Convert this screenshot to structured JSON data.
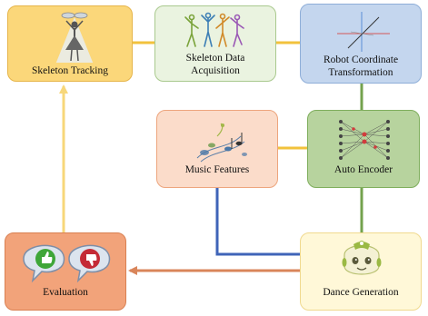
{
  "diagram": {
    "nodes": {
      "skeleton_tracking": "Skeleton Tracking",
      "skeleton_data_acquisition": [
        "Skeleton Data",
        "Acquisition"
      ],
      "robot_coordinate_transformation": [
        "Robot Coordinate",
        "Transformation"
      ],
      "music_features": "Music Features",
      "auto_encoder": "Auto Encoder",
      "dance_generation": "Dance Generation",
      "evaluation": "Evaluation"
    },
    "edges": [
      {
        "from": "skeleton_tracking",
        "to": "skeleton_data_acquisition"
      },
      {
        "from": "skeleton_data_acquisition",
        "to": "robot_coordinate_transformation"
      },
      {
        "from": "robot_coordinate_transformation",
        "to": "auto_encoder"
      },
      {
        "from": "music_features",
        "to": "auto_encoder"
      },
      {
        "from": "auto_encoder",
        "to": "dance_generation"
      },
      {
        "from": "music_features",
        "to": "dance_generation"
      },
      {
        "from": "dance_generation",
        "to": "evaluation",
        "arrow": true
      },
      {
        "from": "evaluation",
        "to": "skeleton_tracking",
        "arrow": true
      }
    ],
    "colors": {
      "link_yellow": "#f2c23c",
      "link_green": "#74a24e",
      "link_blue": "#3f64b8",
      "link_orange": "#d9855a",
      "link_light_yellow": "#f7d77a"
    }
  }
}
